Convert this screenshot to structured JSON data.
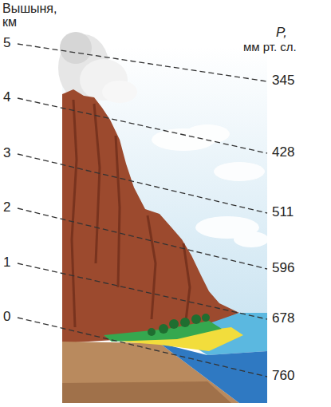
{
  "diagram": {
    "labels": [
      "Вышыня, км",
      "5",
      "4",
      "3",
      "2",
      "1",
      "0",
      "P,",
      "мм рт. сл.",
      "345",
      "428",
      "511",
      "596",
      "678",
      "760"
    ]
  }
}
